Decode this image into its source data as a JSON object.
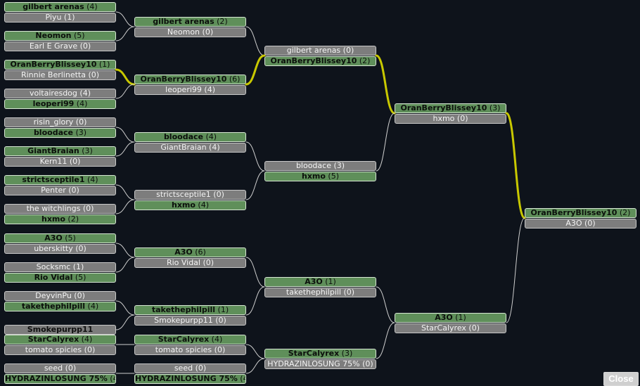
{
  "bracket": {
    "rounds": [
      {
        "name": "round-1",
        "matches": [
          {
            "p1": {
              "name": "gilbert arenas",
              "score": "4",
              "win": true
            },
            "p2": {
              "name": "Piyu",
              "score": "1",
              "win": false
            }
          },
          {
            "p1": {
              "name": "Neomon",
              "score": "5",
              "win": true
            },
            "p2": {
              "name": "Earl E Grave",
              "score": "0",
              "win": false
            }
          },
          {
            "p1": {
              "name": "OranBerryBlissey10",
              "score": "1",
              "win": true
            },
            "p2": {
              "name": "Rinnie Berlinetta",
              "score": "0",
              "win": false
            }
          },
          {
            "p1": {
              "name": "voltairesdog",
              "score": "4",
              "win": false
            },
            "p2": {
              "name": "leoperi99",
              "score": "4",
              "win": true
            }
          },
          {
            "p1": {
              "name": "risin_glory",
              "score": "0",
              "win": false
            },
            "p2": {
              "name": "bloodace",
              "score": "3",
              "win": true
            }
          },
          {
            "p1": {
              "name": "GiantBraian",
              "score": "3",
              "win": true
            },
            "p2": {
              "name": "Kern11",
              "score": "0",
              "win": false
            }
          },
          {
            "p1": {
              "name": "strictsceptile1",
              "score": "4",
              "win": true
            },
            "p2": {
              "name": "Penter",
              "score": "0",
              "win": false
            }
          },
          {
            "p1": {
              "name": "the witchlings",
              "score": "0",
              "win": false
            },
            "p2": {
              "name": "hxmo",
              "score": "2",
              "win": true
            }
          },
          {
            "p1": {
              "name": "A3O",
              "score": "5",
              "win": true
            },
            "p2": {
              "name": "uberskitty",
              "score": "0",
              "win": false
            }
          },
          {
            "p1": {
              "name": "Socksmc",
              "score": "1",
              "win": false
            },
            "p2": {
              "name": "Rio Vidal",
              "score": "5",
              "win": true
            }
          },
          {
            "p1": {
              "name": "DeyvinPu",
              "score": "0",
              "win": false
            },
            "p2": {
              "name": "takethephilpill",
              "score": "4",
              "win": true
            }
          },
          {
            "bye": {
              "name": "Smokepurpp11"
            }
          },
          {
            "p1": {
              "name": "StarCalyrex",
              "score": "4",
              "win": true
            },
            "p2": {
              "name": "tomato spicies",
              "score": "0",
              "win": false
            }
          },
          {
            "p1": {
              "name": "seed",
              "score": "0",
              "win": false
            },
            "p2": {
              "name": "HYDRAZINLOSUNG 75%",
              "score": "4",
              "win": true
            }
          }
        ]
      },
      {
        "name": "round-2",
        "matches": [
          {
            "p1": {
              "name": "gilbert arenas",
              "score": "2",
              "win": true
            },
            "p2": {
              "name": "Neomon",
              "score": "0",
              "win": false
            }
          },
          {
            "p1": {
              "name": "OranBerryBlissey10",
              "score": "6",
              "win": true
            },
            "p2": {
              "name": "leoperi99",
              "score": "4",
              "win": false
            }
          },
          {
            "p1": {
              "name": "bloodace",
              "score": "4",
              "win": true
            },
            "p2": {
              "name": "GiantBraian",
              "score": "4",
              "win": false
            }
          },
          {
            "p1": {
              "name": "strictsceptile1",
              "score": "0",
              "win": false
            },
            "p2": {
              "name": "hxmo",
              "score": "4",
              "win": true
            }
          },
          {
            "p1": {
              "name": "A3O",
              "score": "6",
              "win": true
            },
            "p2": {
              "name": "Rio Vidal",
              "score": "0",
              "win": false
            }
          },
          {
            "p1": {
              "name": "takethephilpill",
              "score": "1",
              "win": true
            },
            "p2": {
              "name": "Smokepurpp11",
              "score": "0",
              "win": false
            }
          },
          {
            "p1": {
              "name": "StarCalyrex",
              "score": "4",
              "win": true
            },
            "p2": {
              "name": "tomato spicies",
              "score": "0",
              "win": false
            }
          },
          {
            "p1": {
              "name": "seed",
              "score": "0",
              "win": false
            },
            "p2": {
              "name": "HYDRAZINLOSUNG 75%",
              "score": "4",
              "win": true
            }
          }
        ]
      },
      {
        "name": "round-3",
        "matches": [
          {
            "p1": {
              "name": "gilbert arenas",
              "score": "0",
              "win": false
            },
            "p2": {
              "name": "OranBerryBlissey10",
              "score": "2",
              "win": true
            }
          },
          {
            "p1": {
              "name": "bloodace",
              "score": "3",
              "win": false
            },
            "p2": {
              "name": "hxmo",
              "score": "5",
              "win": true
            }
          },
          {
            "p1": {
              "name": "A3O",
              "score": "1",
              "win": true
            },
            "p2": {
              "name": "takethephilpill",
              "score": "0",
              "win": false
            }
          },
          {
            "p1": {
              "name": "StarCalyrex",
              "score": "3",
              "win": true
            },
            "p2": {
              "name": "HYDRAZINLOSUNG 75%",
              "score": "0",
              "win": false
            }
          }
        ]
      },
      {
        "name": "round-4",
        "matches": [
          {
            "p1": {
              "name": "OranBerryBlissey10",
              "score": "3",
              "win": true
            },
            "p2": {
              "name": "hxmo",
              "score": "0",
              "win": false
            }
          },
          {
            "p1": {
              "name": "A3O",
              "score": "1",
              "win": true
            },
            "p2": {
              "name": "StarCalyrex",
              "score": "0",
              "win": false
            }
          }
        ]
      },
      {
        "name": "final",
        "matches": [
          {
            "p1": {
              "name": "OranBerryBlissey10",
              "score": "2",
              "win": true
            },
            "p2": {
              "name": "A3O",
              "score": "0",
              "win": false
            }
          }
        ]
      }
    ]
  },
  "colors": {
    "background": "#0e131b",
    "winner": "#5f8f5a",
    "loser": "#7d7d7d",
    "connector": "#cfcfcf",
    "highlight": "#c8c800"
  },
  "close_label": "Close"
}
